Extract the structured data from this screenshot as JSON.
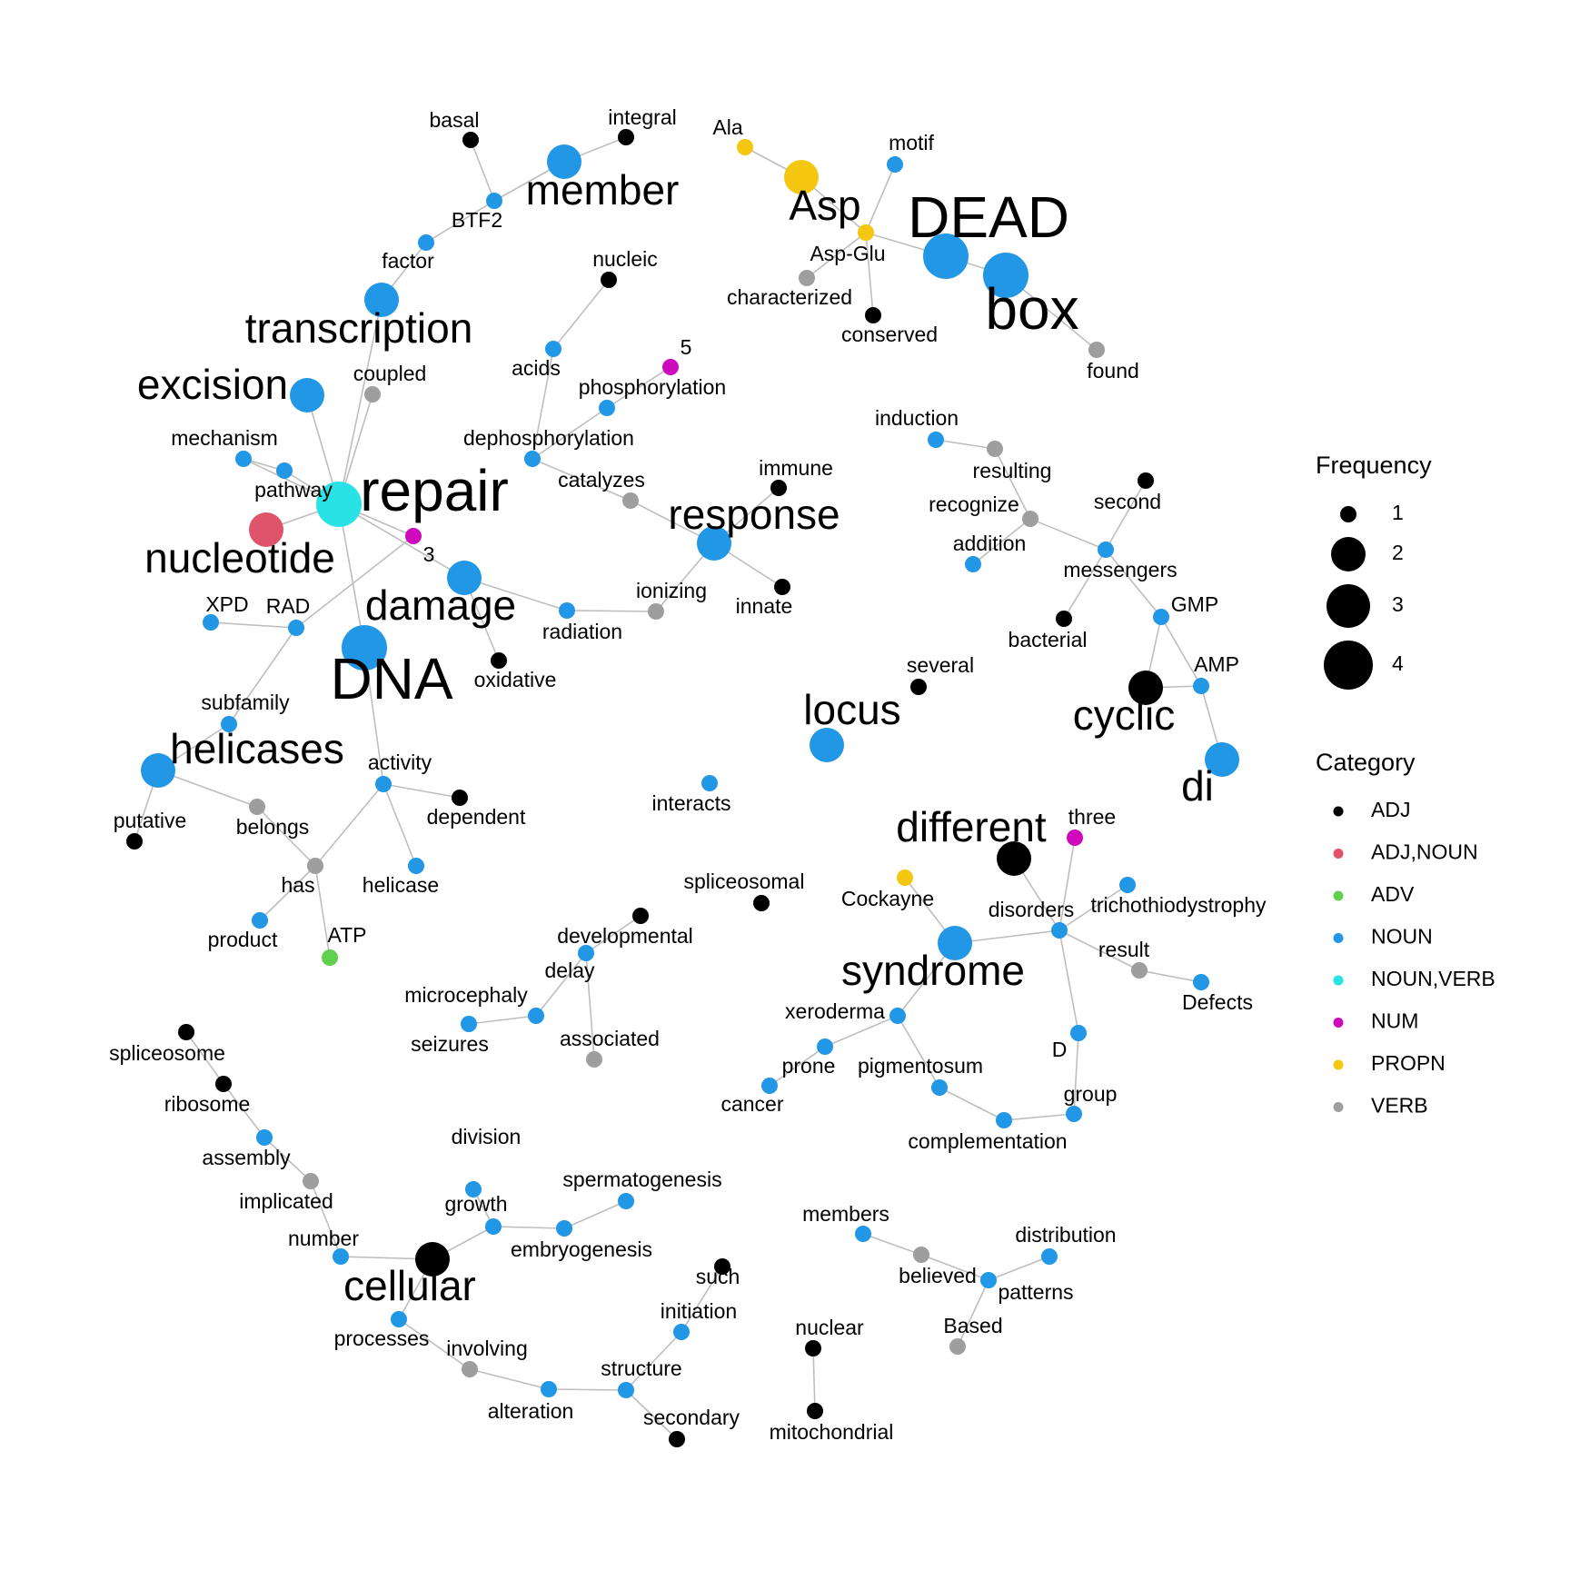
{
  "colors": {
    "ADJ": "#000000",
    "ADJ,NOUN": "#DF536B",
    "ADV": "#61D04F",
    "NOUN": "#2297E6",
    "NOUN,VERB": "#28E2E5",
    "NUM": "#CD0BBC",
    "PROPN": "#F5C710",
    "VERB": "#9E9E9E",
    "edge": "#BEBEBE"
  },
  "legend": {
    "frequency_title": "Frequency",
    "frequency_levels": [
      "1",
      "2",
      "3",
      "4"
    ],
    "category_title": "Category",
    "categories": [
      "ADJ",
      "ADJ,NOUN",
      "ADV",
      "NOUN",
      "NOUN,VERB",
      "NUM",
      "PROPN",
      "VERB"
    ]
  },
  "nodes": [
    {
      "id": "basal",
      "cat": "ADJ",
      "freq": 1
    },
    {
      "id": "integral",
      "cat": "ADJ",
      "freq": 1
    },
    {
      "id": "member",
      "cat": "NOUN",
      "freq": 3
    },
    {
      "id": "BTF2",
      "cat": "NOUN",
      "freq": 1
    },
    {
      "id": "factor",
      "cat": "NOUN",
      "freq": 1
    },
    {
      "id": "transcription",
      "cat": "NOUN",
      "freq": 3
    },
    {
      "id": "coupled",
      "cat": "VERB",
      "freq": 1
    },
    {
      "id": "excision",
      "cat": "NOUN",
      "freq": 3
    },
    {
      "id": "mechanism",
      "cat": "NOUN",
      "freq": 1
    },
    {
      "id": "pathway",
      "cat": "NOUN",
      "freq": 1
    },
    {
      "id": "repair",
      "cat": "NOUN,VERB",
      "freq": 4
    },
    {
      "id": "nucleotide",
      "cat": "ADJ,NOUN",
      "freq": 3
    },
    {
      "id": "3",
      "cat": "NUM",
      "freq": 1
    },
    {
      "id": "damage",
      "cat": "NOUN",
      "freq": 3
    },
    {
      "id": "DNA",
      "cat": "NOUN",
      "freq": 4
    },
    {
      "id": "XPD",
      "cat": "NOUN",
      "freq": 1
    },
    {
      "id": "RAD",
      "cat": "NOUN",
      "freq": 1
    },
    {
      "id": "subfamily",
      "cat": "NOUN",
      "freq": 1
    },
    {
      "id": "helicases",
      "cat": "NOUN",
      "freq": 3
    },
    {
      "id": "putative",
      "cat": "ADJ",
      "freq": 1
    },
    {
      "id": "belongs",
      "cat": "VERB",
      "freq": 1
    },
    {
      "id": "has",
      "cat": "VERB",
      "freq": 1
    },
    {
      "id": "product",
      "cat": "NOUN",
      "freq": 1
    },
    {
      "id": "ATP",
      "cat": "ADV",
      "freq": 1
    },
    {
      "id": "helicase",
      "cat": "NOUN",
      "freq": 1
    },
    {
      "id": "activity",
      "cat": "NOUN",
      "freq": 1
    },
    {
      "id": "dependent",
      "cat": "ADJ",
      "freq": 1
    },
    {
      "id": "oxidative",
      "cat": "ADJ",
      "freq": 1
    },
    {
      "id": "radiation",
      "cat": "NOUN",
      "freq": 1
    },
    {
      "id": "ionizing",
      "cat": "VERB",
      "freq": 1
    },
    {
      "id": "response",
      "cat": "NOUN",
      "freq": 3
    },
    {
      "id": "immune",
      "cat": "ADJ",
      "freq": 1
    },
    {
      "id": "innate",
      "cat": "ADJ",
      "freq": 1
    },
    {
      "id": "catalyzes",
      "cat": "VERB",
      "freq": 1
    },
    {
      "id": "dephosphorylation",
      "cat": "NOUN",
      "freq": 1
    },
    {
      "id": "phosphorylation",
      "cat": "NOUN",
      "freq": 1
    },
    {
      "id": "5",
      "cat": "NUM",
      "freq": 1
    },
    {
      "id": "acids",
      "cat": "NOUN",
      "freq": 1
    },
    {
      "id": "nucleic",
      "cat": "ADJ",
      "freq": 1
    },
    {
      "id": "Ala",
      "cat": "PROPN",
      "freq": 1
    },
    {
      "id": "Asp",
      "cat": "PROPN",
      "freq": 3
    },
    {
      "id": "motif",
      "cat": "NOUN",
      "freq": 1
    },
    {
      "id": "Asp-Glu",
      "cat": "PROPN",
      "freq": 1
    },
    {
      "id": "characterized",
      "cat": "VERB",
      "freq": 1
    },
    {
      "id": "conserved",
      "cat": "ADJ",
      "freq": 1
    },
    {
      "id": "DEAD",
      "cat": "NOUN",
      "freq": 4
    },
    {
      "id": "box",
      "cat": "NOUN",
      "freq": 4
    },
    {
      "id": "found",
      "cat": "VERB",
      "freq": 1
    },
    {
      "id": "induction",
      "cat": "NOUN",
      "freq": 1
    },
    {
      "id": "resulting",
      "cat": "VERB",
      "freq": 1
    },
    {
      "id": "recognize",
      "cat": "VERB",
      "freq": 1
    },
    {
      "id": "addition",
      "cat": "NOUN",
      "freq": 1
    },
    {
      "id": "second",
      "cat": "ADJ",
      "freq": 1
    },
    {
      "id": "messengers",
      "cat": "NOUN",
      "freq": 1
    },
    {
      "id": "bacterial",
      "cat": "ADJ",
      "freq": 1
    },
    {
      "id": "GMP",
      "cat": "NOUN",
      "freq": 1
    },
    {
      "id": "AMP",
      "cat": "NOUN",
      "freq": 1
    },
    {
      "id": "cyclic",
      "cat": "ADJ",
      "freq": 3
    },
    {
      "id": "di",
      "cat": "NOUN",
      "freq": 3
    },
    {
      "id": "several",
      "cat": "ADJ",
      "freq": 1
    },
    {
      "id": "locus",
      "cat": "NOUN",
      "freq": 3
    },
    {
      "id": "interacts",
      "cat": "NOUN",
      "freq": 1
    },
    {
      "id": "different",
      "cat": "ADJ",
      "freq": 3
    },
    {
      "id": "three",
      "cat": "NUM",
      "freq": 1
    },
    {
      "id": "Cockayne",
      "cat": "PROPN",
      "freq": 1
    },
    {
      "id": "disorders",
      "cat": "NOUN",
      "freq": 1
    },
    {
      "id": "trichothiodystrophy",
      "cat": "NOUN",
      "freq": 1
    },
    {
      "id": "result",
      "cat": "VERB",
      "freq": 1
    },
    {
      "id": "Defects",
      "cat": "NOUN",
      "freq": 1
    },
    {
      "id": "syndrome",
      "cat": "NOUN",
      "freq": 3
    },
    {
      "id": "xeroderma",
      "cat": "NOUN",
      "freq": 1
    },
    {
      "id": "prone",
      "cat": "NOUN",
      "freq": 1
    },
    {
      "id": "cancer",
      "cat": "NOUN",
      "freq": 1
    },
    {
      "id": "pigmentosum",
      "cat": "NOUN",
      "freq": 1
    },
    {
      "id": "complementation",
      "cat": "NOUN",
      "freq": 1
    },
    {
      "id": "group",
      "cat": "NOUN",
      "freq": 1
    },
    {
      "id": "D",
      "cat": "NOUN",
      "freq": 1
    },
    {
      "id": "spliceosomal",
      "cat": "ADJ",
      "freq": 1
    },
    {
      "id": "developmental",
      "cat": "ADJ",
      "freq": 1
    },
    {
      "id": "delay",
      "cat": "NOUN",
      "freq": 1
    },
    {
      "id": "microcephaly",
      "cat": "NOUN",
      "freq": 1
    },
    {
      "id": "seizures",
      "cat": "NOUN",
      "freq": 1
    },
    {
      "id": "associated",
      "cat": "VERB",
      "freq": 1
    },
    {
      "id": "spliceosome",
      "cat": "ADJ",
      "freq": 1
    },
    {
      "id": "ribosome",
      "cat": "ADJ",
      "freq": 1
    },
    {
      "id": "assembly",
      "cat": "NOUN",
      "freq": 1
    },
    {
      "id": "implicated",
      "cat": "VERB",
      "freq": 1
    },
    {
      "id": "number",
      "cat": "NOUN",
      "freq": 1
    },
    {
      "id": "cellular",
      "cat": "ADJ",
      "freq": 3
    },
    {
      "id": "processes",
      "cat": "NOUN",
      "freq": 1
    },
    {
      "id": "involving",
      "cat": "VERB",
      "freq": 1
    },
    {
      "id": "alteration",
      "cat": "NOUN",
      "freq": 1
    },
    {
      "id": "structure",
      "cat": "NOUN",
      "freq": 1
    },
    {
      "id": "secondary",
      "cat": "ADJ",
      "freq": 1
    },
    {
      "id": "initiation",
      "cat": "NOUN",
      "freq": 1
    },
    {
      "id": "such",
      "cat": "ADJ",
      "freq": 1
    },
    {
      "id": "division",
      "cat": "NOUN",
      "freq": 1
    },
    {
      "id": "growth",
      "cat": "NOUN",
      "freq": 1
    },
    {
      "id": "embryogenesis",
      "cat": "NOUN",
      "freq": 1
    },
    {
      "id": "spermatogenesis",
      "cat": "NOUN",
      "freq": 1
    },
    {
      "id": "members",
      "cat": "NOUN",
      "freq": 1
    },
    {
      "id": "believed",
      "cat": "VERB",
      "freq": 1
    },
    {
      "id": "patterns",
      "cat": "NOUN",
      "freq": 1
    },
    {
      "id": "distribution",
      "cat": "NOUN",
      "freq": 1
    },
    {
      "id": "Based",
      "cat": "VERB",
      "freq": 1
    },
    {
      "id": "nuclear",
      "cat": "ADJ",
      "freq": 1
    },
    {
      "id": "mitochondrial",
      "cat": "ADJ",
      "freq": 1
    }
  ],
  "edges": [
    [
      "basal",
      "BTF2"
    ],
    [
      "integral",
      "member"
    ],
    [
      "member",
      "BTF2"
    ],
    [
      "BTF2",
      "factor"
    ],
    [
      "factor",
      "transcription"
    ],
    [
      "transcription",
      "repair"
    ],
    [
      "coupled",
      "repair"
    ],
    [
      "excision",
      "repair"
    ],
    [
      "mechanism",
      "pathway"
    ],
    [
      "mechanism",
      "repair"
    ],
    [
      "pathway",
      "repair"
    ],
    [
      "nucleotide",
      "repair"
    ],
    [
      "repair",
      "3"
    ],
    [
      "repair",
      "DNA"
    ],
    [
      "repair",
      "damage"
    ],
    [
      "3",
      "RAD"
    ],
    [
      "XPD",
      "RAD"
    ],
    [
      "RAD",
      "subfamily"
    ],
    [
      "subfamily",
      "helicases"
    ],
    [
      "helicases",
      "putative"
    ],
    [
      "helicases",
      "belongs"
    ],
    [
      "belongs",
      "has"
    ],
    [
      "has",
      "product"
    ],
    [
      "has",
      "ATP"
    ],
    [
      "has",
      "activity"
    ],
    [
      "activity",
      "helicase"
    ],
    [
      "activity",
      "dependent"
    ],
    [
      "activity",
      "DNA"
    ],
    [
      "damage",
      "oxidative"
    ],
    [
      "damage",
      "radiation"
    ],
    [
      "radiation",
      "ionizing"
    ],
    [
      "ionizing",
      "response"
    ],
    [
      "response",
      "immune"
    ],
    [
      "response",
      "innate"
    ],
    [
      "response",
      "catalyzes"
    ],
    [
      "catalyzes",
      "dephosphorylation"
    ],
    [
      "dephosphorylation",
      "phosphorylation"
    ],
    [
      "phosphorylation",
      "5"
    ],
    [
      "dephosphorylation",
      "acids"
    ],
    [
      "acids",
      "nucleic"
    ],
    [
      "Ala",
      "Asp"
    ],
    [
      "Asp",
      "Asp-Glu"
    ],
    [
      "motif",
      "Asp-Glu"
    ],
    [
      "Asp-Glu",
      "characterized"
    ],
    [
      "Asp-Glu",
      "conserved"
    ],
    [
      "Asp-Glu",
      "DEAD"
    ],
    [
      "DEAD",
      "box"
    ],
    [
      "box",
      "found"
    ],
    [
      "induction",
      "resulting"
    ],
    [
      "resulting",
      "recognize"
    ],
    [
      "recognize",
      "addition"
    ],
    [
      "recognize",
      "messengers"
    ],
    [
      "second",
      "messengers"
    ],
    [
      "messengers",
      "bacterial"
    ],
    [
      "messengers",
      "GMP"
    ],
    [
      "GMP",
      "cyclic"
    ],
    [
      "GMP",
      "AMP"
    ],
    [
      "cyclic",
      "AMP"
    ],
    [
      "AMP",
      "di"
    ],
    [
      "different",
      "disorders"
    ],
    [
      "three",
      "disorders"
    ],
    [
      "Cockayne",
      "syndrome"
    ],
    [
      "syndrome",
      "disorders"
    ],
    [
      "disorders",
      "trichothiodystrophy"
    ],
    [
      "disorders",
      "result"
    ],
    [
      "result",
      "Defects"
    ],
    [
      "disorders",
      "D"
    ],
    [
      "D",
      "group"
    ],
    [
      "group",
      "complementation"
    ],
    [
      "complementation",
      "pigmentosum"
    ],
    [
      "pigmentosum",
      "xeroderma"
    ],
    [
      "xeroderma",
      "syndrome"
    ],
    [
      "xeroderma",
      "prone"
    ],
    [
      "prone",
      "cancer"
    ],
    [
      "developmental",
      "delay"
    ],
    [
      "delay",
      "associated"
    ],
    [
      "delay",
      "microcephaly"
    ],
    [
      "microcephaly",
      "seizures"
    ],
    [
      "spliceosome",
      "ribosome"
    ],
    [
      "ribosome",
      "assembly"
    ],
    [
      "assembly",
      "implicated"
    ],
    [
      "implicated",
      "number"
    ],
    [
      "number",
      "cellular"
    ],
    [
      "cellular",
      "growth"
    ],
    [
      "cellular",
      "processes"
    ],
    [
      "growth",
      "division"
    ],
    [
      "growth",
      "embryogenesis"
    ],
    [
      "embryogenesis",
      "spermatogenesis"
    ],
    [
      "processes",
      "involving"
    ],
    [
      "involving",
      "alteration"
    ],
    [
      "alteration",
      "structure"
    ],
    [
      "structure",
      "secondary"
    ],
    [
      "structure",
      "initiation"
    ],
    [
      "initiation",
      "such"
    ],
    [
      "members",
      "believed"
    ],
    [
      "believed",
      "patterns"
    ],
    [
      "patterns",
      "distribution"
    ],
    [
      "patterns",
      "Based"
    ],
    [
      "nuclear",
      "mitochondrial"
    ]
  ]
}
